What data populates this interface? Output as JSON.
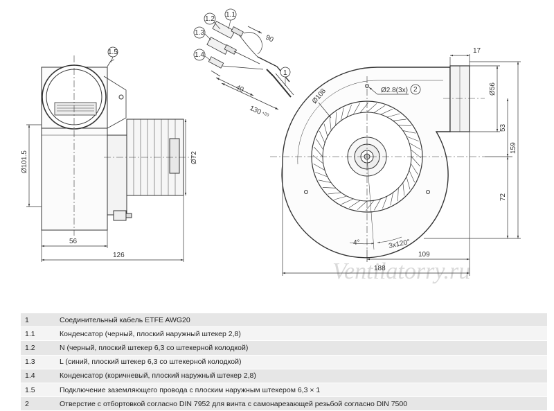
{
  "watermark": "Ventilatorry.ru",
  "dimensions": {
    "side_diameter": "Ø101.5",
    "side_width_56": "56",
    "side_width_126": "126",
    "motor_diameter": "Ø72",
    "fan_diameter": "Ø108",
    "outlet_diameter": "Ø56",
    "hole": "Ø2.8(3x)",
    "outlet_17": "17",
    "dim_159": "159",
    "dim_53": "53",
    "dim_72": "72",
    "dim_109": "109",
    "dim_188": "188",
    "angle_4": "4°",
    "angle_3x120": "3x120°",
    "cable_40": "40",
    "cable_90": "90",
    "cable_130": "130",
    "cable_130_tol": "+20"
  },
  "callouts": {
    "c1": "1",
    "c11": "1.1",
    "c12": "1.2",
    "c13": "1.3",
    "c14": "1.4",
    "c15": "1.5",
    "c2": "2"
  },
  "parts": [
    {
      "num": "1",
      "desc": "Соединительный кабель ETFE AWG20"
    },
    {
      "num": "1.1",
      "desc": "Конденсатор (черный, плоский наружный штекер 2,8)"
    },
    {
      "num": "1.2",
      "desc": "N (черный, плоский штекер 6,3 со штекерной колодкой)"
    },
    {
      "num": "1.3",
      "desc": "L (синий, плоский штекер 6,3 со штекерной колодкой)"
    },
    {
      "num": "1.4",
      "desc": "Конденсатор (коричневый, плоский наружный штекер 2,8)"
    },
    {
      "num": "1.5",
      "desc": "Подключение заземляющего провода с плоским наружным штекером 6,3 × 1"
    },
    {
      "num": "2",
      "desc": "Отверстие с отбортовкой согласно DIN 7952 для винта с самонарезающей резьбой согласно DIN 7500"
    }
  ]
}
